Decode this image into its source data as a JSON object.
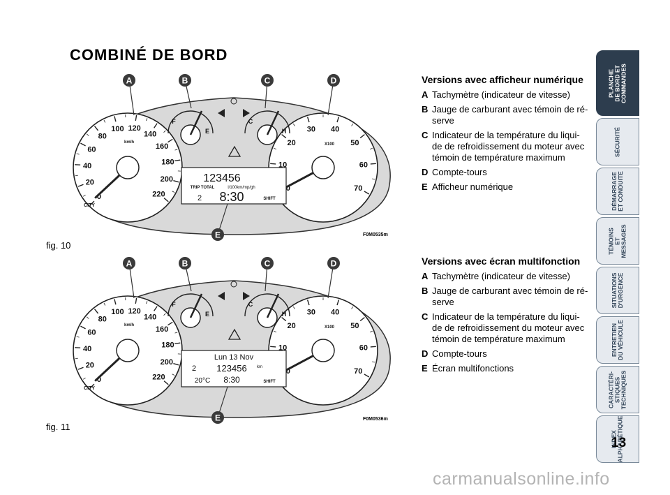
{
  "page_title": "COMBINÉ DE BORD",
  "figures": [
    {
      "caption": "fig. 10",
      "code": "F0M0535m",
      "callouts": [
        "A",
        "B",
        "C",
        "D",
        "E"
      ],
      "speed_ticks": [
        "0",
        "20",
        "40",
        "60",
        "80",
        "100",
        "120",
        "140",
        "160",
        "180",
        "200",
        "220"
      ],
      "speed_unit": "km/h",
      "rpm_ticks": [
        "0",
        "10",
        "20",
        "30",
        "40",
        "50",
        "60",
        "70"
      ],
      "rpm_unit": "X100",
      "fuel_labels": [
        "F",
        "E"
      ],
      "temp_labels": [
        "C",
        "H"
      ],
      "city_label": "CITY",
      "display": {
        "odometer": "123456",
        "trip_label": "TRIP TOTAL",
        "consumption_label": "l/100km/mp/gh",
        "gear": "2",
        "time": "8:30",
        "shift_label": "SHIFT"
      }
    },
    {
      "caption": "fig. 11",
      "code": "F0M0536m",
      "callouts": [
        "A",
        "B",
        "C",
        "D",
        "E"
      ],
      "speed_ticks": [
        "0",
        "20",
        "40",
        "60",
        "80",
        "100",
        "120",
        "140",
        "160",
        "180",
        "200",
        "220"
      ],
      "speed_unit": "km/h",
      "rpm_ticks": [
        "0",
        "10",
        "20",
        "30",
        "40",
        "50",
        "60",
        "70"
      ],
      "rpm_unit": "X100",
      "fuel_labels": [
        "F",
        "E"
      ],
      "temp_labels": [
        "C",
        "H"
      ],
      "city_label": "CITY",
      "display": {
        "date": "Lun 13 Nov",
        "gear": "2",
        "odometer": "123456",
        "odo_unit": "km",
        "temperature": "20°C",
        "time": "8:30",
        "shift_label": "SHIFT"
      }
    }
  ],
  "sections": [
    {
      "heading": "Versions avec afficheur numérique",
      "items": [
        {
          "key": "A",
          "text": "Tachymètre (indicateur de vitesse)"
        },
        {
          "key": "B",
          "text": "Jauge de carburant avec témoin de ré-serve"
        },
        {
          "key": "C",
          "text": "Indicateur de la température du liqui-de de refroidissement du moteur avec témoin de température maximum"
        },
        {
          "key": "D",
          "text": "Compte-tours"
        },
        {
          "key": "E",
          "text": "Afficheur numérique"
        }
      ]
    },
    {
      "heading": "Versions avec écran multifonction",
      "items": [
        {
          "key": "A",
          "text": "Tachymètre (indicateur de vitesse)"
        },
        {
          "key": "B",
          "text": "Jauge de carburant avec témoin de ré-serve"
        },
        {
          "key": "C",
          "text": "Indicateur de la température du liqui-de de refroidissement du moteur avec témoin de température maximum"
        },
        {
          "key": "D",
          "text": "Compte-tours"
        },
        {
          "key": "E",
          "text": "Écran multifonctions"
        }
      ]
    }
  ],
  "side_tabs": [
    {
      "label": "PLANCHE\nDE BORD ET\nCOMMANDES",
      "active": true
    },
    {
      "label": "SÉCURITÉ",
      "active": false
    },
    {
      "label": "DÉMARRAGE\nET CONDUITE",
      "active": false
    },
    {
      "label": "TÉMOINS\nET MESSAGES",
      "active": false
    },
    {
      "label": "SITUATIONS\nD'URGENCE",
      "active": false
    },
    {
      "label": "ENTRETIEN\nDU VÉHICULE",
      "active": false
    },
    {
      "label": "CARACTÉRI-\nSTIQUES\nTECHNIQUES",
      "active": false
    },
    {
      "label": "INDEX\nALPHABÉTIQUE",
      "active": false
    }
  ],
  "page_number": "13",
  "watermark": "carmanualsonline.info",
  "colors": {
    "tab_active": "#2d3d4e",
    "tab_inactive": "#e6eaef",
    "panel": "#d9d9d9",
    "callout": "#3a3a3a"
  }
}
